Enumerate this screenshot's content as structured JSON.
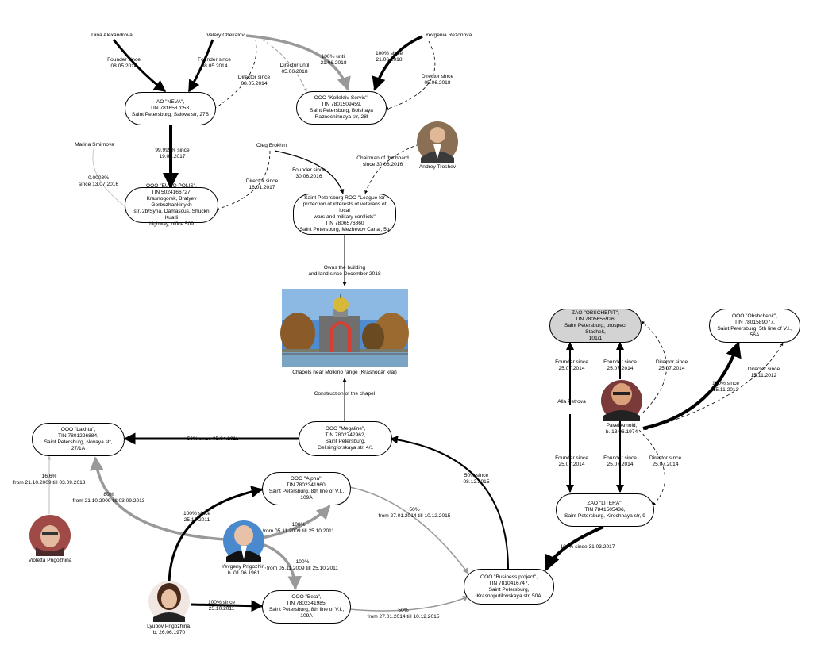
{
  "companies": {
    "neva": "AO \"NEVA\",\nTIN 7816587058,\nSaint Petersburg, Salova str, 27B",
    "kollektiv": "OOO \"Kollektiv-Servis\",\nTIN 7801509459,\nSaint Petersburg, Bolshaya\nRaznochinnaya str, 28l",
    "europolis": "OOO \"EURO POLIS\",\nTIN 5024166727,\nKrasnogorsk, Bratyev Gorbuzhankinykh\nstr, 2b/Syria, Damascus, Shuckri Kuatli\nhighway, office 509",
    "league": "Saint Petersburg ROO \"League for\nprotection of interests of veterans of local\nwars and military conflicts\"\nTIN 7806576860\nSaint Petersburg, Mezhevoy Canal, 5b",
    "obschepit_zao": "ZAO \"OBSCHEPIT\",\nTIN 7805655926,\nSaint Petersburg, prospect Stachek,\n101/1",
    "obshchepit_ooo": "OOO \"Obshchepit\",\nTIN 7801589077,\nSaint Petersburg, 5th line of V.I., 56A",
    "lakhta": "OOO \"Lakhta\",\nTIN 7801226884,\nSaint Petersburg, Novaya str, 27/1A",
    "megaline": "OOO \"Megaline\",\nTIN 7802742962,\nSaint Petersburg,\nGel'singforskaya str, 4/1",
    "alpha": "OOO \"Alpha\",\nTIN 7802341960,\nSaint Petersburg, 8th line of V.I., 109A",
    "beta": "OOO \"Beta\",\nTIN 7802341985,\nSaint Petersburg, 8th line of V.I., 109A",
    "business": "OOO \"Business project\",\nTIN 7810416747,\nSaint Petersburg,\nKrasnoputilovskaya str, 50A",
    "litera": "ZAO \"LITERA\",\nTIN 7841505436,\nSaint Petersburg, Kirochnaya str, 9"
  },
  "people": {
    "dina": "Dina Alexandrova",
    "valery": "Valery Chekalov",
    "yevgenia": "Yevgenia Rezonova",
    "marina": "Marina Smirnova",
    "oleg": "Oleg Erokhin",
    "andrey": "Andrey Troshev",
    "alla": "Alla Petrova",
    "pavel": "Pavel  Arnold,\nb. 13.06.1974",
    "violetta": "Violetta Prigozhina",
    "yevgeny": "Yevgeny Prigozhin,\nb. 01.06.1961",
    "lyubov": "Lyubov Prigozhina,\nb. 26.06.1970"
  },
  "edge_labels": {
    "dina_neva": "Founder since\n08.05.2014",
    "valery_neva_founder": "Founder since\n08.05.2014",
    "valery_neva_director": "Director since\n08.05.2014",
    "valery_koll_director": "Director until\n05.06.2018",
    "valery_koll_share": "100% until\n21.06.2018",
    "yevgenia_koll_share": "100% since\n21.06.2018",
    "yevgenia_koll_director": "Director since\n05.06.2018",
    "neva_europolis": "99.999% since\n19.01.2017",
    "marina_europolis": "0.0003%\nsince 13.07.2016",
    "oleg_europolis": "Director since\n16.01.2017",
    "oleg_league": "Founder since\n30.06.2016",
    "andrey_league": "Chairman of the board\nsince 30.06.2016",
    "league_chapel": "Owns the building\nand land since December 2018",
    "megaline_chapel": "Construction of the chapel",
    "megaline_lakhta": "50% since 05.04.2011",
    "business_megaline": "50% since\n08.12.2015",
    "violetta_lakhta": "16.6%\nfrom 21.10.2009 till 03.09.2013",
    "yevgeny_lakhta": "80%\nfrom  21.10.2009 till 03.09.2013",
    "yevgeny_alpha": "100%\nfrom 05.11.2009 till 25.10.2011",
    "yevgeny_beta": "100%\nfrom 05.11.2009 till 25.10.2011",
    "lyubov_alpha": "100% since\n25.10.2011",
    "lyubov_beta": "100% since\n25.10.2011",
    "alpha_business": "50%\nfrom 27.01.2014 till 10.12.2015",
    "beta_business": "50%\nfrom 27.01.2014 till 10.12.2015",
    "alla_obschepit": "Founder since\n25.07.2014",
    "alla_litera": "Founder since\n25.07.2014",
    "pavel_obschepit_founder": "Founder since\n25.07.2014",
    "pavel_obschepit_director": "Director since\n25.07.2014",
    "pavel_obshchepit_share": "100% since\n15.11.2012",
    "pavel_obshchepit_director": "Director since\n15.11.2012",
    "pavel_litera_founder": "Founder since\n25.07.2014",
    "pavel_litera_director": "Director since\n25.07.2014",
    "litera_business": "100% since 31.03.2017"
  },
  "chapel_caption": "Chapels near Molkino range (Krasnodar krai)",
  "colors": {
    "strong": "#000000",
    "gray": "#999999",
    "light": "#bbbbbb",
    "highlight": "#d3d3d3"
  }
}
